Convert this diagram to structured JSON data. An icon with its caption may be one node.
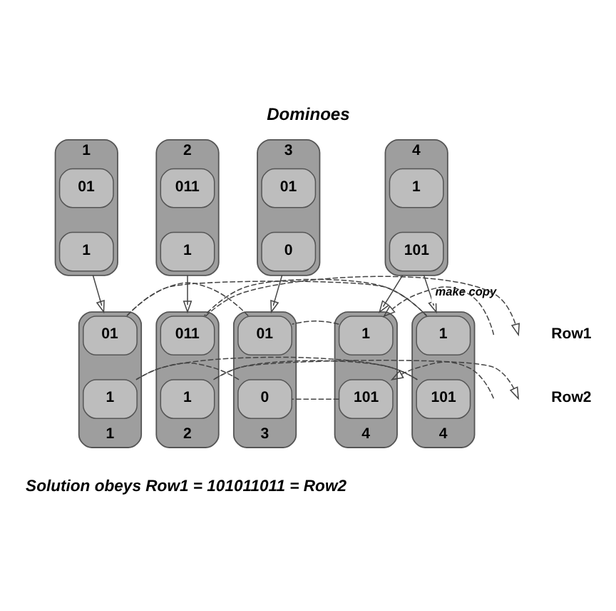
{
  "diagram": {
    "title": "Dominoes",
    "caption": "Solution obeys Row1 = 101011011 = Row2",
    "nodes": [
      {
        "text": [],
        "shape": "box",
        "beside": [
          "1"
        ]
      },
      {
        "text": [
          "01"
        ],
        "in": 0
      },
      {
        "text": [
          "1"
        ],
        "in": 0
      },
      {
        "text": [],
        "shape": "box",
        "beside": [
          "2"
        ]
      },
      {
        "text": [
          "011"
        ],
        "in": 3
      },
      {
        "text": [
          "1"
        ],
        "in": 3
      },
      {
        "text": [],
        "shape": "box",
        "beside": [
          "3"
        ]
      },
      {
        "text": [
          "01"
        ],
        "in": 6
      },
      {
        "text": [
          "0"
        ],
        "in": 6
      },
      {
        "text": [],
        "shape": "box",
        "beside": [
          "4"
        ]
      },
      {
        "text": [
          "1"
        ],
        "in": 9
      },
      {
        "text": [
          "101"
        ],
        "in": 9
      },
      {
        "text": [],
        "shape": "box",
        "beside": [
          "4"
        ]
      },
      {
        "text": [
          "1"
        ],
        "in": 12
      },
      {
        "text": [
          "101"
        ],
        "in": 12
      },
      {
        "text": [],
        "shape": "box",
        "beside": [
          "3"
        ]
      },
      {
        "text": [
          "01"
        ],
        "in": 15
      },
      {
        "text": [
          "0"
        ],
        "in": 15
      },
      {
        "text": [],
        "shape": "box",
        "beside": [
          "1"
        ]
      },
      {
        "text": [
          "01"
        ],
        "in": 18
      },
      {
        "text": [
          "1"
        ],
        "in": 18
      },
      {
        "text": [],
        "shape": "box",
        "beside": [
          "4"
        ]
      },
      {
        "text": [
          "1"
        ],
        "in": 21
      },
      {
        "text": [
          "101"
        ],
        "in": 21
      },
      {
        "text": [],
        "shape": "box",
        "beside": [
          "2"
        ]
      },
      {
        "text": [
          "011"
        ],
        "in": 24
      },
      {
        "text": [
          "1"
        ],
        "in": 24
      }
    ],
    "edges": [
      {
        "from": 0,
        "to": 18,
        "arrow": "to"
      },
      {
        "from": 3,
        "to": 24,
        "arrow": "to"
      },
      {
        "from": 6,
        "to": 15,
        "arrow": "to"
      },
      {
        "from": 9,
        "to": 12,
        "arrow": "to"
      },
      {
        "from": 9,
        "to": 21,
        "arrow": "to",
        "label": "make copy"
      },
      {
        "from": null,
        "to": 13,
        "arrow": "to",
        "style": "dashed"
      },
      {
        "from": 13,
        "to": 16,
        "arrow": "none",
        "style": "dashed"
      },
      {
        "from": 16,
        "to": 19,
        "arrow": "none",
        "style": "dashed"
      },
      {
        "from": 19,
        "to": 22,
        "arrow": "none",
        "style": "dashed"
      },
      {
        "from": 22,
        "to": 25,
        "arrow": "none",
        "style": "dashed"
      },
      {
        "from": 25,
        "to": null,
        "arrow": "to",
        "style": "dashed"
      },
      {
        "from": null,
        "to": 14,
        "arrow": "to",
        "style": "dashed"
      },
      {
        "from": 14,
        "to": 17,
        "arrow": "none",
        "style": "dashed"
      },
      {
        "from": 17,
        "to": 20,
        "arrow": "none",
        "style": "dashed"
      },
      {
        "from": 20,
        "to": 23,
        "arrow": "none",
        "style": "dashed"
      },
      {
        "from": 23,
        "to": 26,
        "arrow": "none",
        "style": "dashed"
      },
      {
        "from": 26,
        "to": null,
        "arrow": "to",
        "style": "dashed"
      }
    ],
    "labels": [
      "Row1",
      "Row2"
    ]
  }
}
